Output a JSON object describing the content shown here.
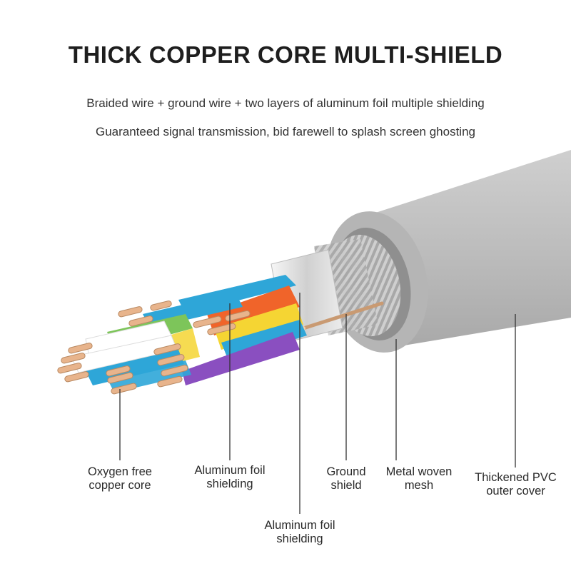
{
  "header": {
    "title": "THICK COPPER CORE MULTI-SHIELD",
    "subtitle_1": "Braided wire + ground wire + two layers of aluminum foil multiple shielding",
    "subtitle_2": "Guaranteed signal transmission, bid farewell to splash screen ghosting"
  },
  "labels": {
    "copper_core": {
      "line1": "Oxygen free",
      "line2": "copper core"
    },
    "foil_inner": {
      "line1": "Aluminum foil",
      "line2": "shielding"
    },
    "foil_outer": {
      "line1": "Aluminum foil",
      "line2": "shielding"
    },
    "ground": {
      "line1": "Ground",
      "line2": "shield"
    },
    "mesh": {
      "line1": "Metal woven",
      "line2": "mesh"
    },
    "pvc": {
      "line1": "Thickened PVC",
      "line2": "outer cover"
    }
  },
  "colors": {
    "pvc": "#b8b8b8",
    "copper": "#e8b48c",
    "blue": "#2ea6d8",
    "orange": "#f0642a",
    "yellow": "#f5d533",
    "purple": "#8a4fc0",
    "green": "#7dc55a",
    "foil": "#e4e4e4"
  }
}
